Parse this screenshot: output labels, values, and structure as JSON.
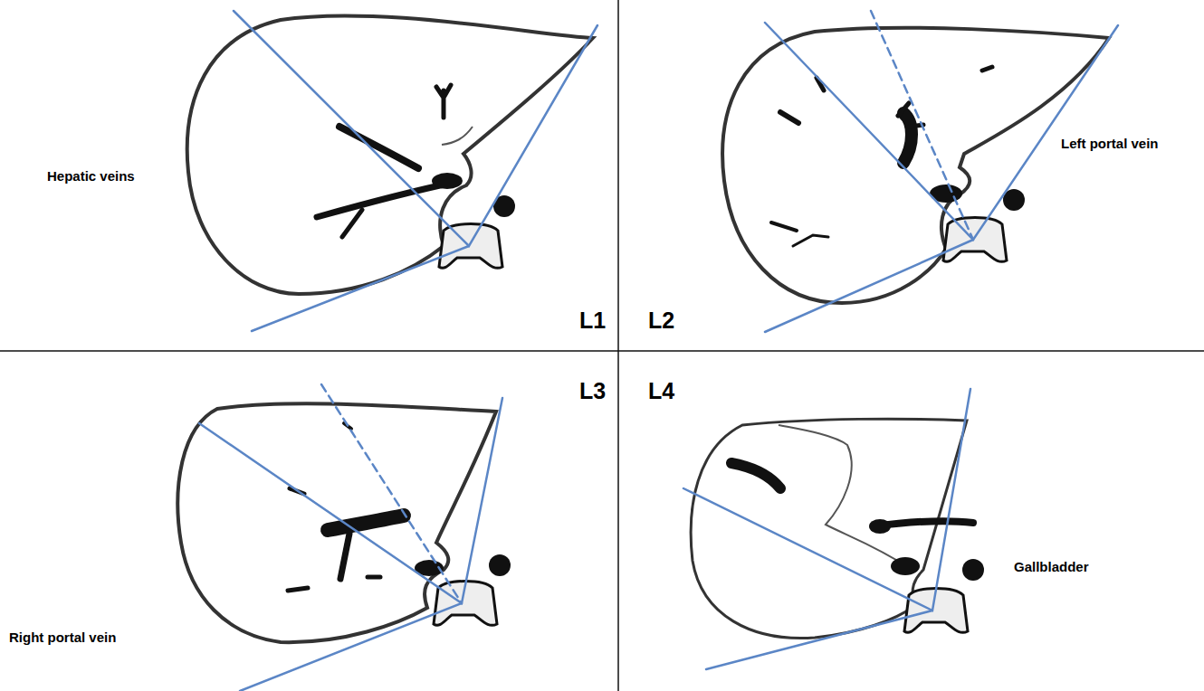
{
  "diagram": {
    "labels": [
      "Hepatic veins",
      "L1",
      "L2",
      "Left portal vein",
      "L3",
      "L4",
      "Right portal vein",
      "Gallbladder"
    ]
  }
}
